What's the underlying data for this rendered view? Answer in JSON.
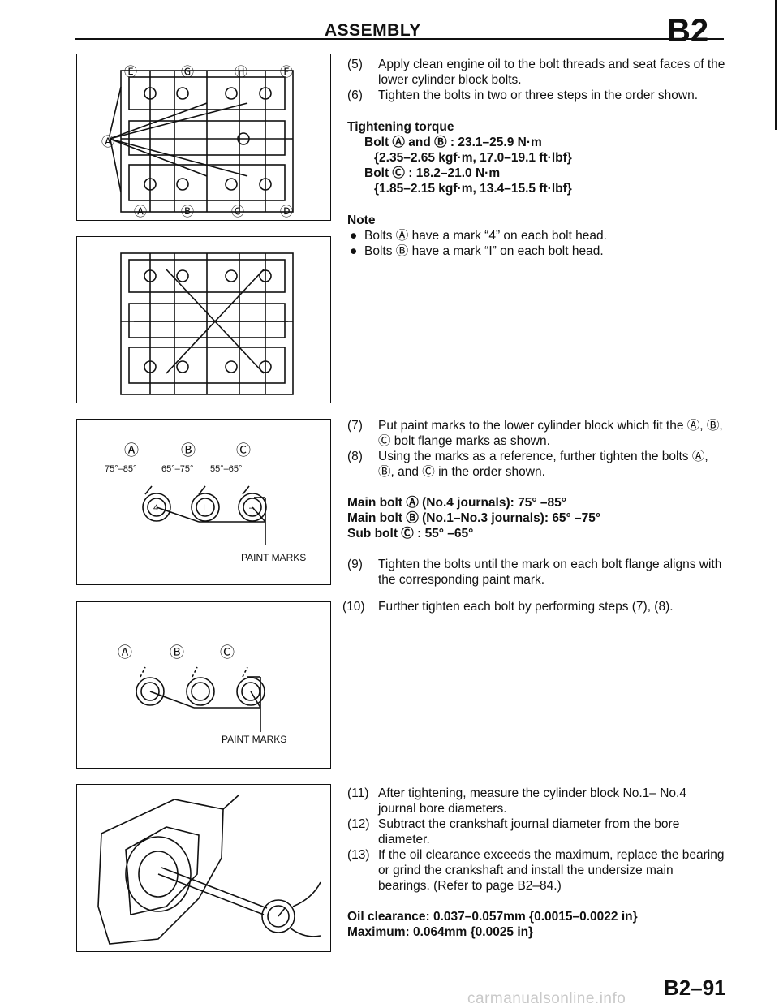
{
  "header": {
    "title": "ASSEMBLY",
    "code": "B2"
  },
  "fig1": {
    "labels": [
      "Ⓔ",
      "Ⓖ",
      "Ⓗ",
      "Ⓕ",
      "Ⓐ",
      "Ⓑ",
      "Ⓒ",
      "Ⓓ",
      "Ⓐ"
    ]
  },
  "fig3": {
    "labels": [
      "Ⓐ",
      "Ⓑ",
      "Ⓒ"
    ],
    "angles": [
      "75°–85°",
      "65°–75°",
      "55°–65°"
    ],
    "caption": "PAINT MARKS"
  },
  "fig4": {
    "labels": [
      "Ⓐ",
      "Ⓑ",
      "Ⓒ"
    ],
    "caption": "PAINT MARKS"
  },
  "sec1": {
    "step5_num": "(5)",
    "step5": "Apply clean engine oil to the bolt threads and seat faces of the lower cylinder block bolts.",
    "step6_num": "(6)",
    "step6": "Tighten the bolts in two or three steps in the order shown.",
    "torque_title": "Tightening torque",
    "t1": "Bolt Ⓐ and Ⓑ : 23.1–25.9 N·m",
    "t2": "{2.35–2.65 kgf·m, 17.0–19.1 ft·lbf}",
    "t3": "Bolt Ⓒ : 18.2–21.0 N·m",
    "t4": "{1.85–2.15 kgf·m, 13.4–15.5 ft·lbf}",
    "note_title": "Note",
    "note1": "Bolts Ⓐ have a mark “4” on each bolt head.",
    "note2": "Bolts Ⓑ have a mark “I” on each bolt head."
  },
  "sec2": {
    "step7_num": "(7)",
    "step7": "Put paint marks to the lower cylinder block which fit the Ⓐ, Ⓑ, Ⓒ bolt flange marks as shown.",
    "step8_num": "(8)",
    "step8": "Using the marks as a reference, further tighten the bolts Ⓐ, Ⓑ, and Ⓒ in the order shown.",
    "spec1": "Main bolt Ⓐ (No.4 journals): 75° –85°",
    "spec2": "Main bolt Ⓑ (No.1–No.3 journals): 65° –75°",
    "spec3": "Sub bolt Ⓒ : 55° –65°",
    "step9_num": "(9)",
    "step9": "Tighten the bolts until the mark on each bolt flange aligns with the corresponding paint mark.",
    "step10_num": "(10)",
    "step10": "Further tighten each bolt by performing steps (7), (8)."
  },
  "sec3": {
    "step11_num": "(11)",
    "step11": "After tightening, measure the cylinder block No.1– No.4 journal bore diameters.",
    "step12_num": "(12)",
    "step12": "Subtract the crankshaft journal diameter from the bore diameter.",
    "step13_num": "(13)",
    "step13": "If the oil clearance exceeds the maximum, replace the bearing or grind the crankshaft and install the undersize main bearings. (Refer to page B2–84.)",
    "spec1": "Oil clearance: 0.037–0.057mm {0.0015–0.0022 in}",
    "spec2": "Maximum: 0.064mm {0.0025 in}"
  },
  "footer": {
    "page": "B2–91",
    "watermark": "carmanualsonline.info"
  }
}
